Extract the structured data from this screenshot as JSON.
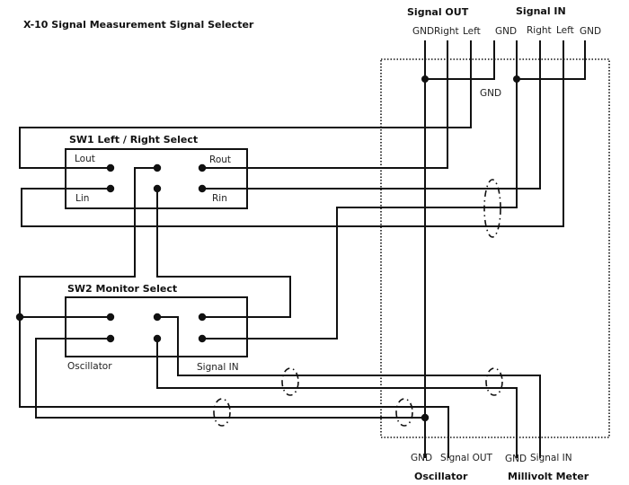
{
  "title": "X-10 Signal Measurement Signal Selecter",
  "top_connectors": {
    "signal_out": {
      "title": "Signal OUT",
      "pins": [
        "GND",
        "Right",
        "Left"
      ]
    },
    "signal_in": {
      "title": "Signal IN",
      "pins": [
        "GND",
        "Right",
        "Left",
        "GND"
      ]
    },
    "gnd_note": "GND",
    "extra_gnd": "GND"
  },
  "sw1": {
    "title": "SW1 Left / Right Select",
    "labels": {
      "lout": "Lout",
      "lin": "Lin",
      "rout": "Rout",
      "rin": "Rin"
    }
  },
  "sw2": {
    "title": "SW2 Monitor Select",
    "labels": {
      "oscillator": "Oscillator",
      "signal_in": "Signal IN"
    }
  },
  "bottom_connectors": {
    "oscillator": {
      "title": "Oscillator",
      "pins": [
        "GND",
        "Signal OUT"
      ]
    },
    "millivolt_meter": {
      "title": "Millivolt Meter",
      "pins": [
        "GND",
        "Signal IN"
      ]
    }
  }
}
